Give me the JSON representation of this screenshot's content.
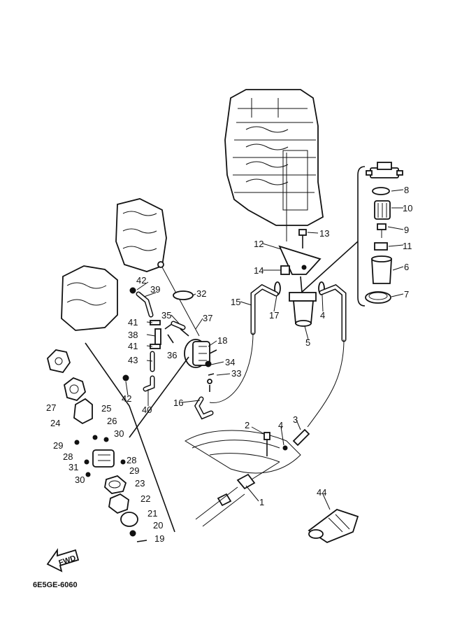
{
  "diagram_code": "6E5GE-6060",
  "fwd_label": "FWD",
  "callouts": [
    "1",
    "2",
    "3",
    "4",
    "4",
    "5",
    "6",
    "7",
    "8",
    "9",
    "10",
    "11",
    "12",
    "13",
    "14",
    "15",
    "16",
    "17",
    "18",
    "19",
    "20",
    "21",
    "22",
    "23",
    "24",
    "25",
    "26",
    "27",
    "28",
    "28",
    "29",
    "29",
    "30",
    "30",
    "31",
    "32",
    "33",
    "34",
    "35",
    "36",
    "37",
    "38",
    "39",
    "40",
    "41",
    "41",
    "42",
    "42",
    "43",
    "44"
  ]
}
